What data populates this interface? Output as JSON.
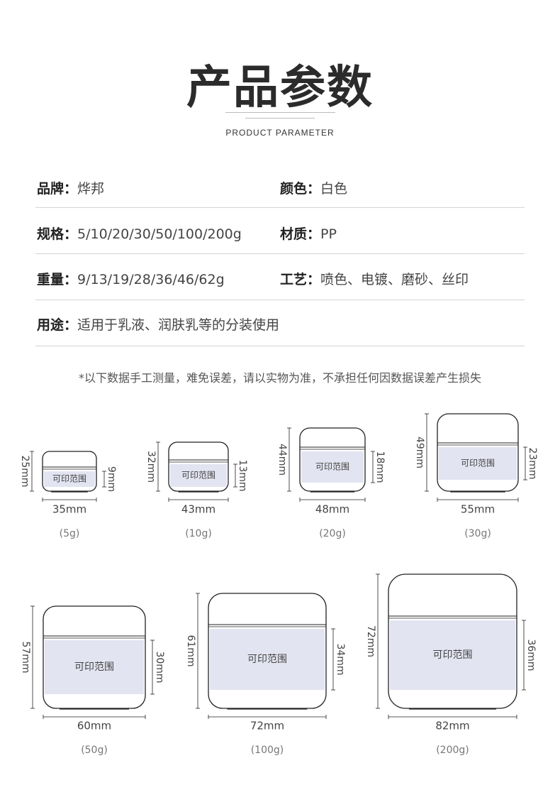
{
  "header": {
    "title": "产品参数",
    "subtitle": "PRODUCT PARAMETER"
  },
  "specs": {
    "brand": {
      "label": "品牌：",
      "value": "烨邦"
    },
    "color": {
      "label": "颜色：",
      "value": "白色"
    },
    "size": {
      "label": "规格：",
      "value": "5/10/20/30/50/100/200g"
    },
    "material": {
      "label": "材质：",
      "value": "PP"
    },
    "weight": {
      "label": "重量：",
      "value": "9/13/19/28/36/46/62g"
    },
    "craft": {
      "label": "工艺：",
      "value": "喷色、电镀、磨砂、丝印"
    },
    "usage": {
      "label": "用途：",
      "value": "适用于乳液、润肤乳等的分装使用"
    }
  },
  "note": "*以下数据手工测量，难免误差，请以实物为准，不承担任何因数据误差产生损失",
  "jars": [
    {
      "capacity": "(5g)",
      "width": "35mm",
      "height": "25mm",
      "print_height": "9mm",
      "print_label": "可印范围"
    },
    {
      "capacity": "(10g)",
      "width": "43mm",
      "height": "32mm",
      "print_height": "13mm",
      "print_label": "可印范围"
    },
    {
      "capacity": "(20g)",
      "width": "48mm",
      "height": "44mm",
      "print_height": "18mm",
      "print_label": "可印范围"
    },
    {
      "capacity": "(30g)",
      "width": "55mm",
      "height": "49mm",
      "print_height": "23mm",
      "print_label": "可印范围"
    },
    {
      "capacity": "(50g)",
      "width": "60mm",
      "height": "57mm",
      "print_height": "30mm",
      "print_label": "可印范围"
    },
    {
      "capacity": "(100g)",
      "width": "72mm",
      "height": "61mm",
      "print_height": "34mm",
      "print_label": "可印范围"
    },
    {
      "capacity": "(200g)",
      "width": "82mm",
      "height": "72mm",
      "print_height": "36mm",
      "print_label": "可印范围"
    }
  ]
}
